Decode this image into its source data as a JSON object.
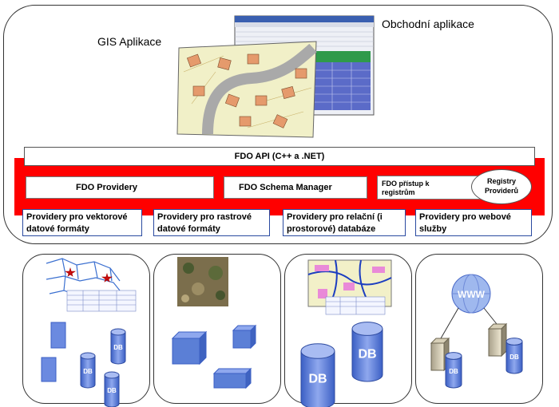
{
  "labels": {
    "gis_app": "GIS Aplikace",
    "business_app": "Obchodní aplikace"
  },
  "api_bar": "FDO API (C++ a .NET)",
  "fdo_providers": "FDO Providery",
  "schema_manager": "FDO Schema Manager",
  "access_registry": "FDO přístup k registrům",
  "registry": {
    "line1": "Registry",
    "line2": "Providerů"
  },
  "provider_boxes": [
    {
      "line1": "Providery pro vektorové",
      "line2": "datové formáty"
    },
    {
      "line1": "Providery pro rastrové",
      "line2": "datové formáty"
    },
    {
      "line1": "Providery pro relační (i",
      "line2": "prostorové) databáze"
    },
    {
      "line1": "Providery pro webové",
      "line2": "služby"
    }
  ],
  "db_label": "DB",
  "www_label": "WWW",
  "colors": {
    "red_band": "#ff0000",
    "shape_blue": "#5b7fd6",
    "border": "#333333"
  }
}
